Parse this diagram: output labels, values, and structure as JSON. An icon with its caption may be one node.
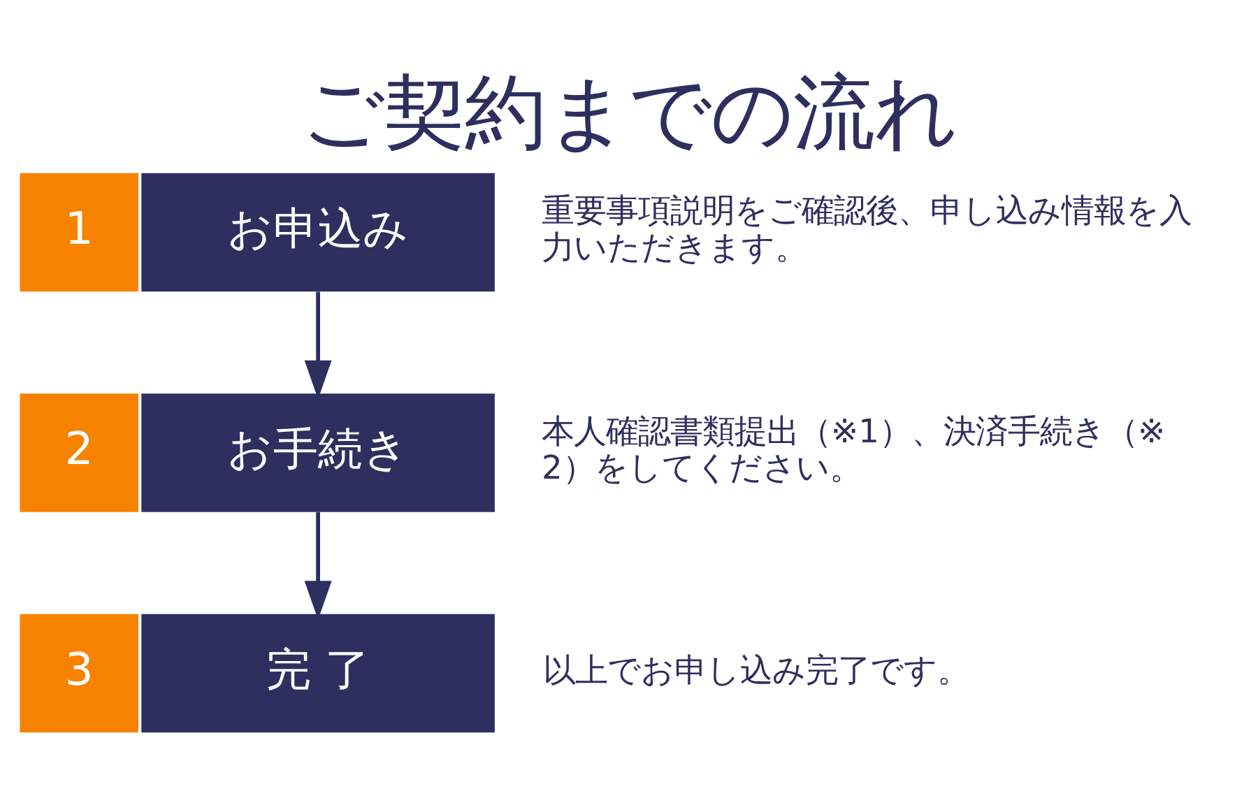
{
  "diagram": {
    "title": "ご契約までの流れ",
    "nodes": [
      {
        "text": [
          "1"
        ]
      },
      {
        "text": [
          "お申込み"
        ],
        "beside": [
          "重要事項説明をご確認後、申し込み情報を入力いただきます。"
        ]
      },
      {
        "text": [
          "2"
        ]
      },
      {
        "text": [
          "お手続き"
        ],
        "beside": [
          "本人確認書類提出（※1）、決済手続き（※2）をしてください。"
        ]
      },
      {
        "text": [
          "3"
        ]
      },
      {
        "text": [
          "完 了"
        ],
        "beside": [
          "以上でお申し込み完了です。"
        ]
      }
    ],
    "edges": [
      {
        "from": 1,
        "to": 3,
        "arrow": "to"
      },
      {
        "from": 3,
        "to": 5,
        "arrow": "to"
      }
    ]
  }
}
